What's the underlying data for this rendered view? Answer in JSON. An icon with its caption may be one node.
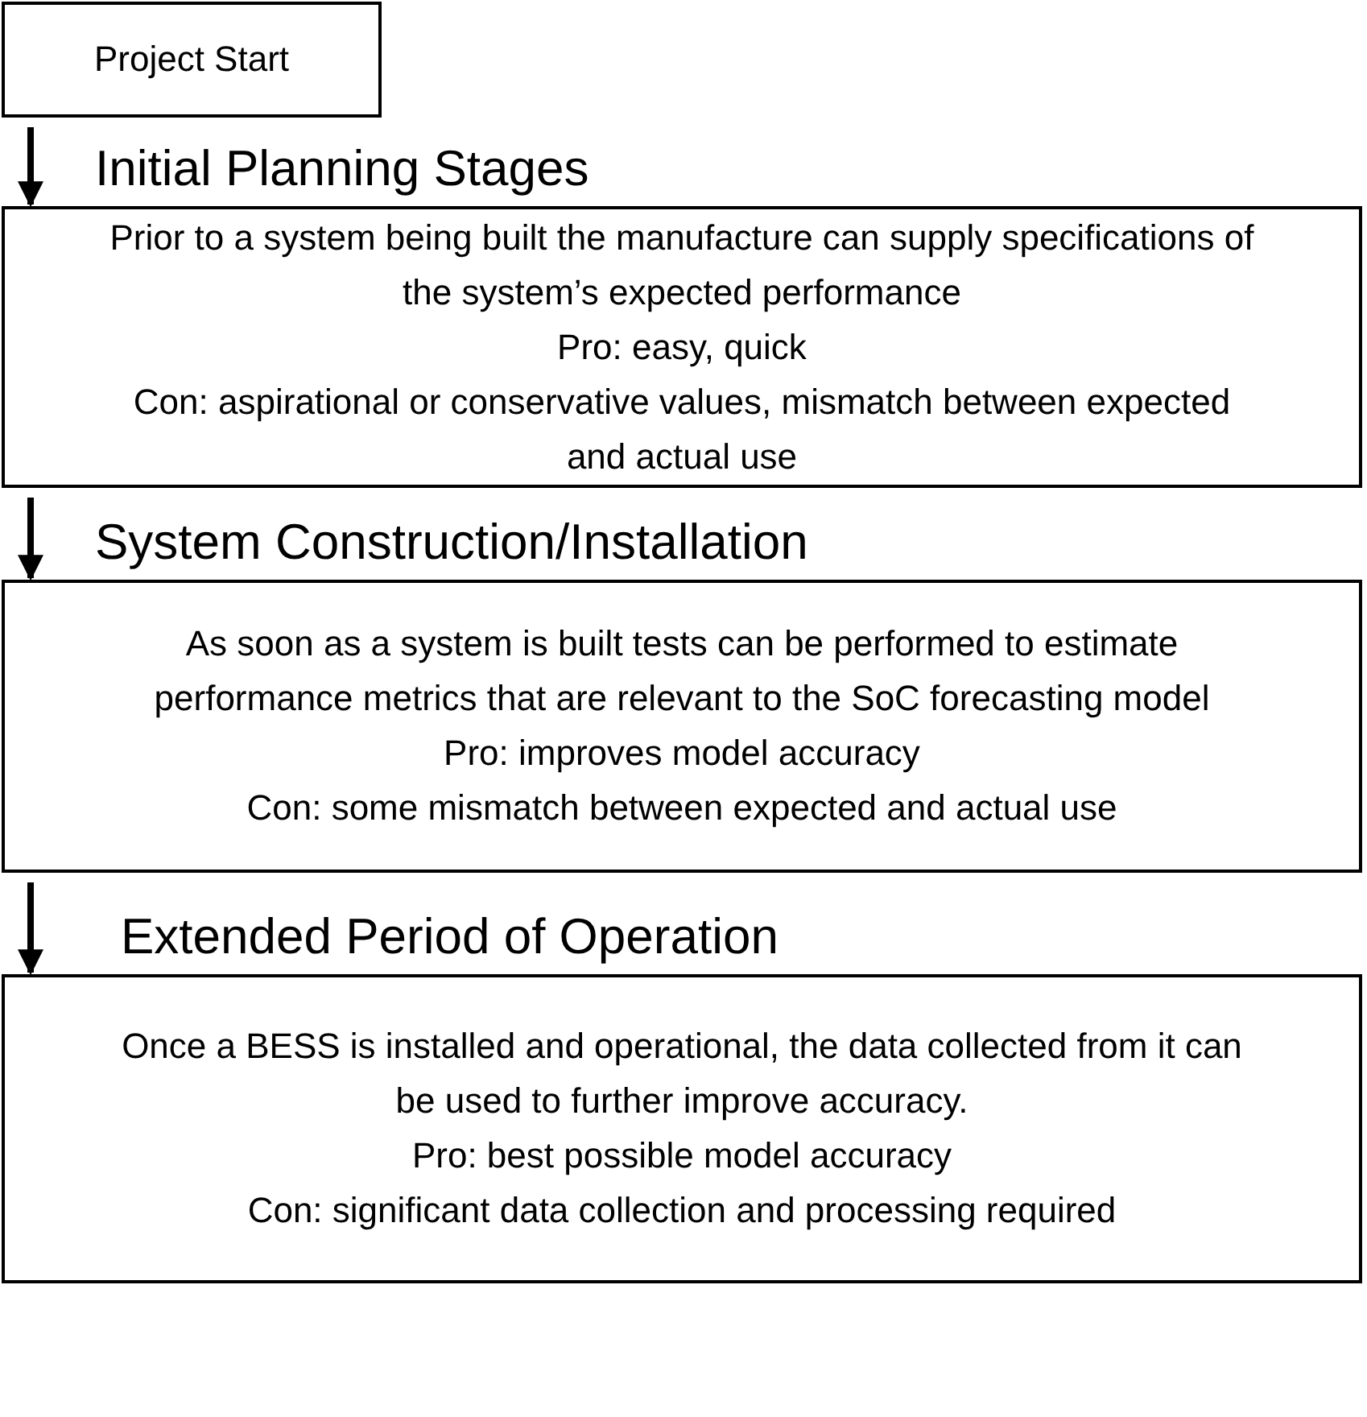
{
  "diagram": {
    "nodes": [
      {
        "text": [
          "Project Start"
        ]
      },
      {
        "text": [
          "Initial Planning Stages",
          "Prior to a system being built the manufacture can supply specifications of the system’s expected performance",
          "Pro: easy, quick",
          "Con: aspirational or conservative values, mismatch between expected and actual use"
        ]
      },
      {
        "text": [
          "System Construction/Installation",
          "As soon as a system is built tests can be performed to estimate performance metrics that are relevant to the SoC forecasting model",
          "Pro: improves model accuracy",
          "Con: some mismatch between expected and actual use"
        ]
      },
      {
        "text": [
          "Extended Period of Operation",
          "Once a BESS is installed and operational, the data collected from it can be used to further improve accuracy.",
          "Pro: best possible model accuracy",
          "Con: significant data collection and processing required"
        ]
      }
    ],
    "edges": [
      {
        "from": 0,
        "to": 1,
        "arrow": "to"
      },
      {
        "from": 1,
        "to": 2,
        "arrow": "to"
      },
      {
        "from": 2,
        "to": 3,
        "arrow": "to"
      }
    ]
  }
}
